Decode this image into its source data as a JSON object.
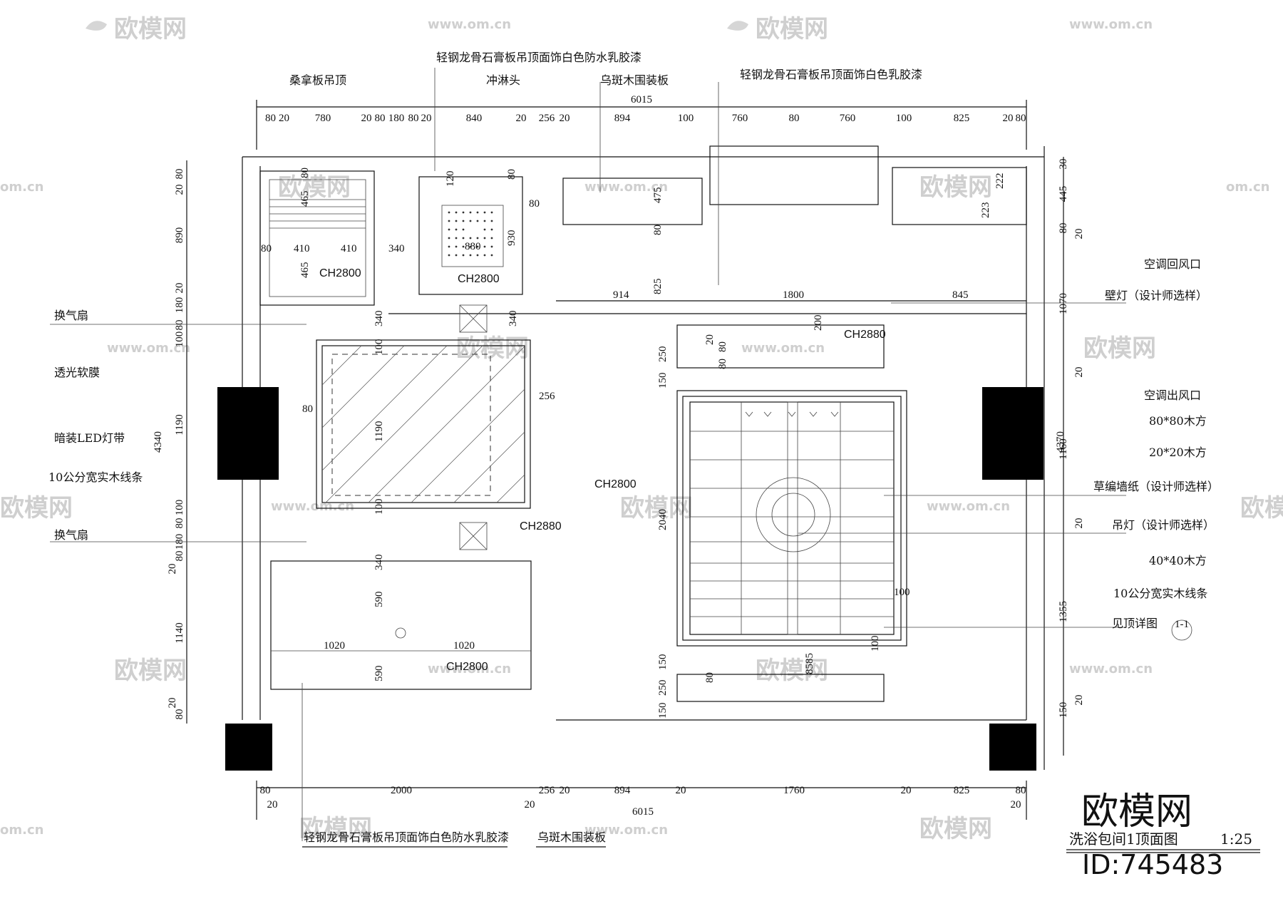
{
  "watermarks": {
    "big": "欧模网",
    "small": "www.om.cn",
    "edge": "om.cn"
  },
  "title_block": {
    "title": "洗浴包间1顶面图",
    "scale": "1:25",
    "brand": "欧模网",
    "id": "ID:745483"
  },
  "dims_top": {
    "total": "6015",
    "values": [
      "80",
      "20",
      "780",
      "20",
      "80",
      "180",
      "80",
      "20",
      "840",
      "20",
      "256",
      "20",
      "894",
      "100",
      "760",
      "80",
      "760",
      "100",
      "825",
      "20",
      "80"
    ]
  },
  "dims_bottom": {
    "total": "6015",
    "values": [
      "80",
      "20",
      "2000",
      "20",
      "256",
      "20",
      "894",
      "20",
      "1760",
      "20",
      "825",
      "80",
      "20"
    ]
  },
  "dims_left": {
    "total": "4340",
    "values": [
      "20",
      "80",
      "890",
      "20",
      "180",
      "80",
      "100",
      "1190",
      "100",
      "80",
      "180",
      "80",
      "20",
      "1140",
      "20",
      "80"
    ]
  },
  "dims_right": {
    "total": "4370",
    "values": [
      "30",
      "445",
      "80",
      "20",
      "1070",
      "20",
      "1160",
      "20",
      "1355",
      "150",
      "20"
    ]
  },
  "labels_top": [
    "轻钢龙骨石膏板吊顶面饰白色防水乳胶漆",
    "桑拿板吊顶",
    "冲淋头",
    "乌斑木围装板",
    "轻钢龙骨石膏板吊顶面饰白色乳胶漆"
  ],
  "labels_left": [
    "换气扇",
    "透光软膜",
    "暗装LED灯带",
    "10公分宽实木线条",
    "换气扇"
  ],
  "labels_right": [
    "空调回风口",
    "壁灯（设计师选样）",
    "空调出风口",
    "80*80木方",
    "20*20木方",
    "草编墙纸（设计师选样）",
    "吊灯（设计师选样）",
    "40*40木方",
    "10公分宽实木线条",
    "见顶详图"
  ],
  "section_mark": "1-1",
  "labels_bottom": [
    "轻钢龙骨石膏板吊顶面饰白色防水乳胶漆",
    "乌斑木围装板"
  ],
  "ceiling_heights": [
    "CH2800",
    "CH2800",
    "CH2880",
    "CH2800",
    "CH2880",
    "CH2800"
  ],
  "inner_dims": {
    "sauna": [
      "80",
      "465",
      "410",
      "410",
      "465",
      "80",
      "340"
    ],
    "shower": [
      "120",
      "80",
      "80",
      "880",
      "930",
      "80"
    ],
    "panel": [
      "475",
      "80",
      "825",
      "222",
      "223"
    ],
    "row": [
      "914",
      "1800",
      "845"
    ],
    "membrane": [
      "100",
      "1190",
      "100",
      "80",
      "256",
      "340",
      "340"
    ],
    "lower": [
      "340",
      "590",
      "1020",
      "1020",
      "590"
    ],
    "main": [
      "200",
      "80",
      "80",
      "20",
      "250",
      "150",
      "2040",
      "100",
      "100",
      "150",
      "250",
      "150",
      "80",
      "8585"
    ]
  }
}
